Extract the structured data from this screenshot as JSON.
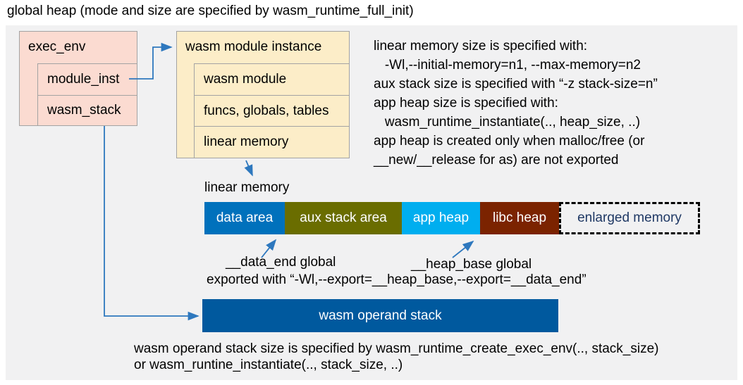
{
  "title": "global heap (mode and size are specified by wasm_runtime_full_init)",
  "exec_env": {
    "title": "exec_env",
    "rows": [
      "module_inst",
      "wasm_stack"
    ]
  },
  "instance": {
    "title": "wasm module instance",
    "rows": [
      "wasm module",
      "funcs, globals, tables",
      "linear memory"
    ]
  },
  "notes": {
    "lines": [
      "linear memory size is specified with:",
      "   -Wl,--initial-memory=n1, --max-memory=n2",
      "aux stack size is specified with “-z stack-size=n”",
      "app heap size is specified with:",
      "   wasm_runtime_instantiate(.., heap_size, ..)",
      "app heap is created only when malloc/free (or",
      "__new/__release for as) are not exported"
    ]
  },
  "linear_memory": {
    "label": "linear memory",
    "segments": [
      {
        "label": "data area",
        "color": "#0071bc"
      },
      {
        "label": "aux stack area",
        "color": "#6a6d00"
      },
      {
        "label": "app heap",
        "color": "#00aeef"
      },
      {
        "label": "libc heap",
        "color": "#7b2300"
      },
      {
        "label": "enlarged memory",
        "color": "transparent",
        "border": "dashed",
        "text_color": "#1f3864"
      }
    ]
  },
  "annotations": {
    "data_end": "__data_end global",
    "heap_base": "__heap_base global",
    "exported": "exported with “-Wl,--export=__heap_base,--export=__data_end”"
  },
  "operand_stack": {
    "label": "wasm operand stack",
    "color": "#00599e"
  },
  "footer": {
    "lines": [
      "wasm operand stack size is specified by wasm_runtime_create_exec_env(.., stack_size)",
      "or wasm_runtine_instantiate(.., stack_size, ..)"
    ]
  },
  "colors": {
    "panel_bg": "#f1f1f2",
    "exec_env_fill": "#fbdbd1",
    "instance_fill": "#fcedc8",
    "box_border": "#a3a3a3",
    "arrow": "#2e78be",
    "enlarged_text": "#1f3864"
  }
}
